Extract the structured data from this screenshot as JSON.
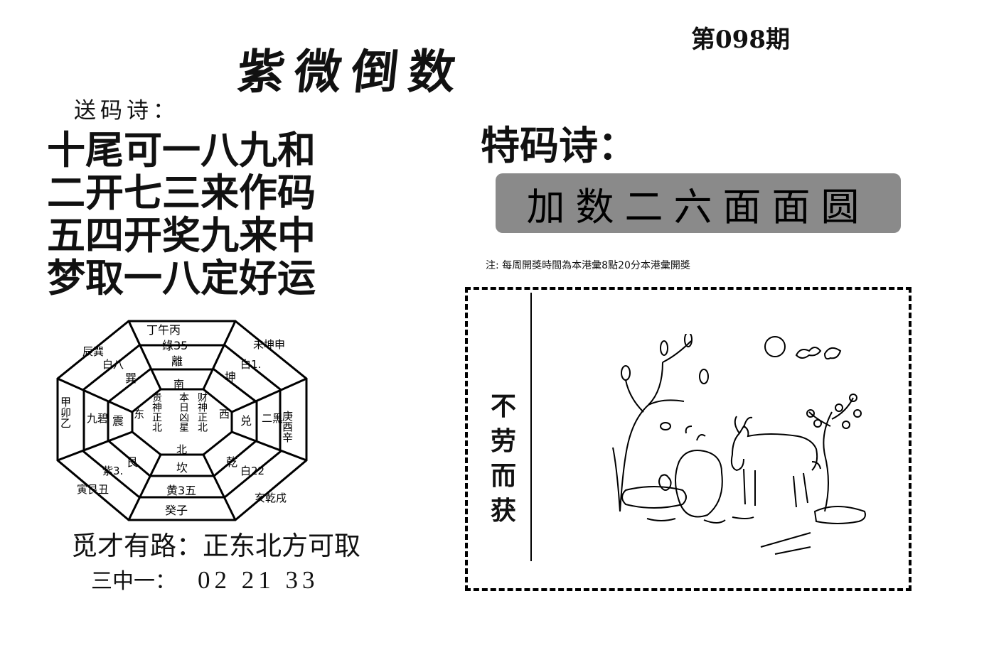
{
  "issue": "第098期",
  "title": "紫微倒数",
  "send_poem": {
    "label": "送码诗：",
    "lines": [
      "十尾可一八九和",
      "二开七三来作码",
      "五四开奖九来中",
      "梦取一八定好运"
    ]
  },
  "special_poem": {
    "label": "特码诗：",
    "text": "加数二六面面圆"
  },
  "note": "注:  每周開獎時間為本港彙8點20分本港彙開獎",
  "bagua": {
    "center": {
      "south": "南",
      "west": "西",
      "east": "东",
      "north": "北",
      "left_col": "贵神正北",
      "mid_col": "本日凶星",
      "right_col": "财神正北"
    },
    "inner_ring": [
      "離",
      "坤",
      "兑",
      "乾",
      "坎",
      "艮",
      "震",
      "巽"
    ],
    "middle_ring": [
      "綠35",
      "白1.",
      "二黑",
      "白22",
      "黄3五",
      "紫3.",
      "九碧",
      "白八"
    ],
    "outer_ring": [
      "丁午丙",
      "未坤申",
      "庚酉辛",
      "亥乾戌",
      "癸子",
      "寅艮丑",
      "甲卯乙",
      "辰巽"
    ]
  },
  "path": "觅才有路：正东北方可取",
  "three_in_one": {
    "label": "三中一：",
    "numbers": "02  21  33"
  },
  "proverb": [
    "不",
    "劳",
    "而",
    "获"
  ]
}
